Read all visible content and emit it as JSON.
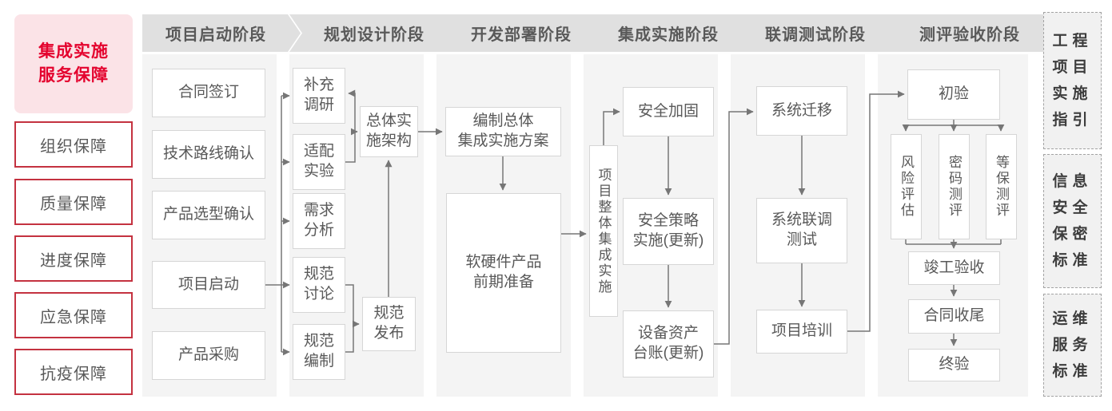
{
  "title": {
    "text": "集成实施\n服务保障"
  },
  "sidebar": {
    "items": [
      {
        "label": "组织保障"
      },
      {
        "label": "质量保障"
      },
      {
        "label": "进度保障"
      },
      {
        "label": "应急保障"
      },
      {
        "label": "抗疫保障"
      }
    ]
  },
  "phases": [
    {
      "header": "项目启动阶段"
    },
    {
      "header": "规划设计阶段"
    },
    {
      "header": "开发部署阶段"
    },
    {
      "header": "集成实施阶段"
    },
    {
      "header": "联调测试阶段"
    },
    {
      "header": "测评验收阶段"
    }
  ],
  "nodes": {
    "contract_signing": "合同签订",
    "tech_route_confirm": "技术路线确认",
    "product_selection_confirm": "产品选型确认",
    "project_kickoff": "项目启动",
    "product_procurement": "产品采购",
    "supplementary_research": "补充\n调研",
    "adaptation_experiment": "适配\n实验",
    "requirement_analysis": "需求\n分析",
    "spec_discussion": "规范\n讨论",
    "spec_compilation": "规范\n编制",
    "overall_impl_architecture": "总体实\n施架构",
    "spec_release": "规范\n发布",
    "overall_integration_plan": "编制总体\n集成实施方案",
    "hw_sw_preparation": "软硬件产品\n前期准备",
    "project_overall_integration": "项目整体集成实施",
    "security_hardening": "安全加固",
    "security_policy_impl": "安全策略\n实施(更新)",
    "asset_ledger": "设备资产\n台账(更新)",
    "system_migration": "系统迁移",
    "joint_debug_test": "系统联调\n测试",
    "project_training": "项目培训",
    "initial_acceptance": "初验",
    "risk_assessment": "风险评估",
    "crypto_evaluation": "密码测评",
    "graded_protection_eval": "等保测评",
    "completion_acceptance": "竣工验收",
    "contract_closure": "合同收尾",
    "final_acceptance": "终验"
  },
  "standards": [
    {
      "label": "工程项目实施指引"
    },
    {
      "label": "信息安全保密标准"
    },
    {
      "label": "运维服务标准"
    }
  ],
  "colors": {
    "accent_red": "#e4032e",
    "border_red": "#c43240",
    "pink_bg": "#fbe3e7",
    "panel_gray": "#f4f4f4",
    "header_gray": "#e0e0e0",
    "line_gray": "#767676",
    "text_gray": "#595959"
  }
}
